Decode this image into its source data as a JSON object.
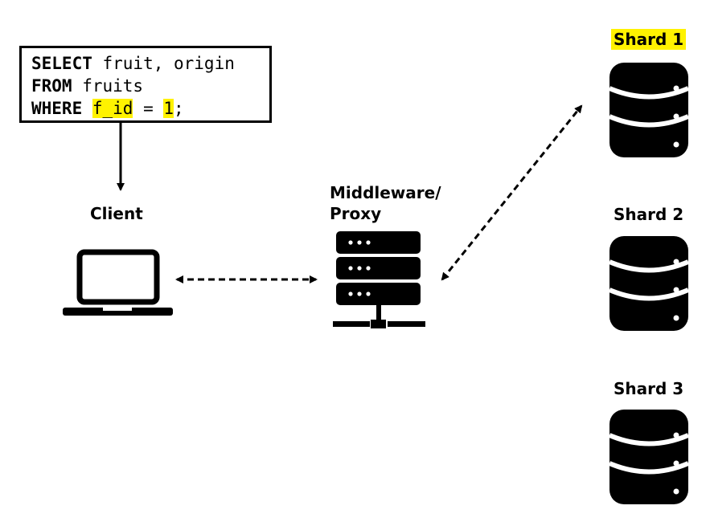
{
  "query": {
    "line1": {
      "keyword": "SELECT",
      "text": " fruit, origin"
    },
    "line2": {
      "keyword": "FROM",
      "text": " fruits"
    },
    "line3": {
      "keyword": "WHERE",
      "sp1": " ",
      "column": "f_id",
      "op": " = ",
      "value": "1",
      "end": ";"
    }
  },
  "client": {
    "label": "Client",
    "icon": "laptop-icon"
  },
  "middleware": {
    "label_line1": "Middleware/",
    "label_line2": "Proxy",
    "icon": "server-icon"
  },
  "shards": [
    {
      "label": "Shard 1",
      "highlighted": true,
      "icon": "database-icon"
    },
    {
      "label": "Shard 2",
      "highlighted": false,
      "icon": "database-icon"
    },
    {
      "label": "Shard 3",
      "highlighted": false,
      "icon": "database-icon"
    }
  ],
  "colors": {
    "highlight": "#fff200",
    "ink": "#000000",
    "background": "#ffffff"
  }
}
